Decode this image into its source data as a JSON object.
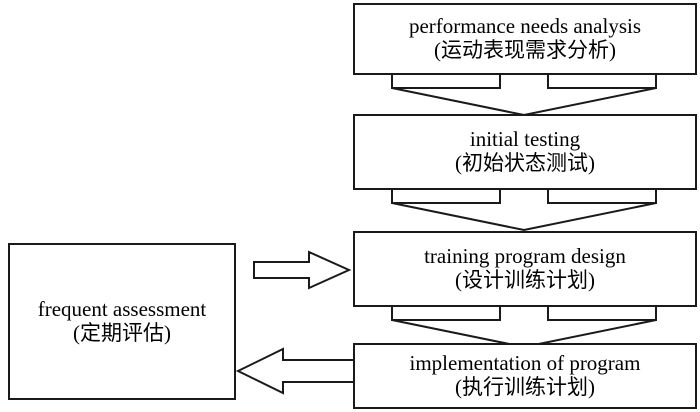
{
  "diagram": {
    "type": "flowchart",
    "orientation": "vertical-with-feedback-loop",
    "background_color": "#ffffff",
    "line_color": "#1a1a1a",
    "nodes": [
      {
        "id": "performance-needs-analysis",
        "label_en": "performance needs analysis",
        "label_zh": "(运动表现需求分析)"
      },
      {
        "id": "initial-testing",
        "label_en": "initial testing",
        "label_zh": "(初始状态测试)"
      },
      {
        "id": "training-program-design",
        "label_en": "training program design",
        "label_zh": "(设计训练计划)"
      },
      {
        "id": "implementation-of-program",
        "label_en": "implementation of program",
        "label_zh": "(执行训练计划)"
      },
      {
        "id": "frequent-assessment",
        "label_en": "frequent assessment",
        "label_zh": "(定期评估)"
      }
    ],
    "connectors": [
      {
        "id": "arrow-analysis-to-testing",
        "shape": "down-chevron-arrow",
        "from": "performance-needs-analysis",
        "to": "initial-testing"
      },
      {
        "id": "arrow-testing-to-design",
        "shape": "down-chevron-arrow",
        "from": "initial-testing",
        "to": "training-program-design"
      },
      {
        "id": "arrow-design-to-implementation",
        "shape": "down-chevron-arrow",
        "from": "training-program-design",
        "to": "implementation-of-program"
      },
      {
        "id": "arrow-assessment-to-design",
        "shape": "right-block-arrow",
        "from": "frequent-assessment",
        "to": "training-program-design"
      },
      {
        "id": "arrow-implementation-to-assessment",
        "shape": "left-block-arrow",
        "from": "implementation-of-program",
        "to": "frequent-assessment"
      }
    ]
  }
}
